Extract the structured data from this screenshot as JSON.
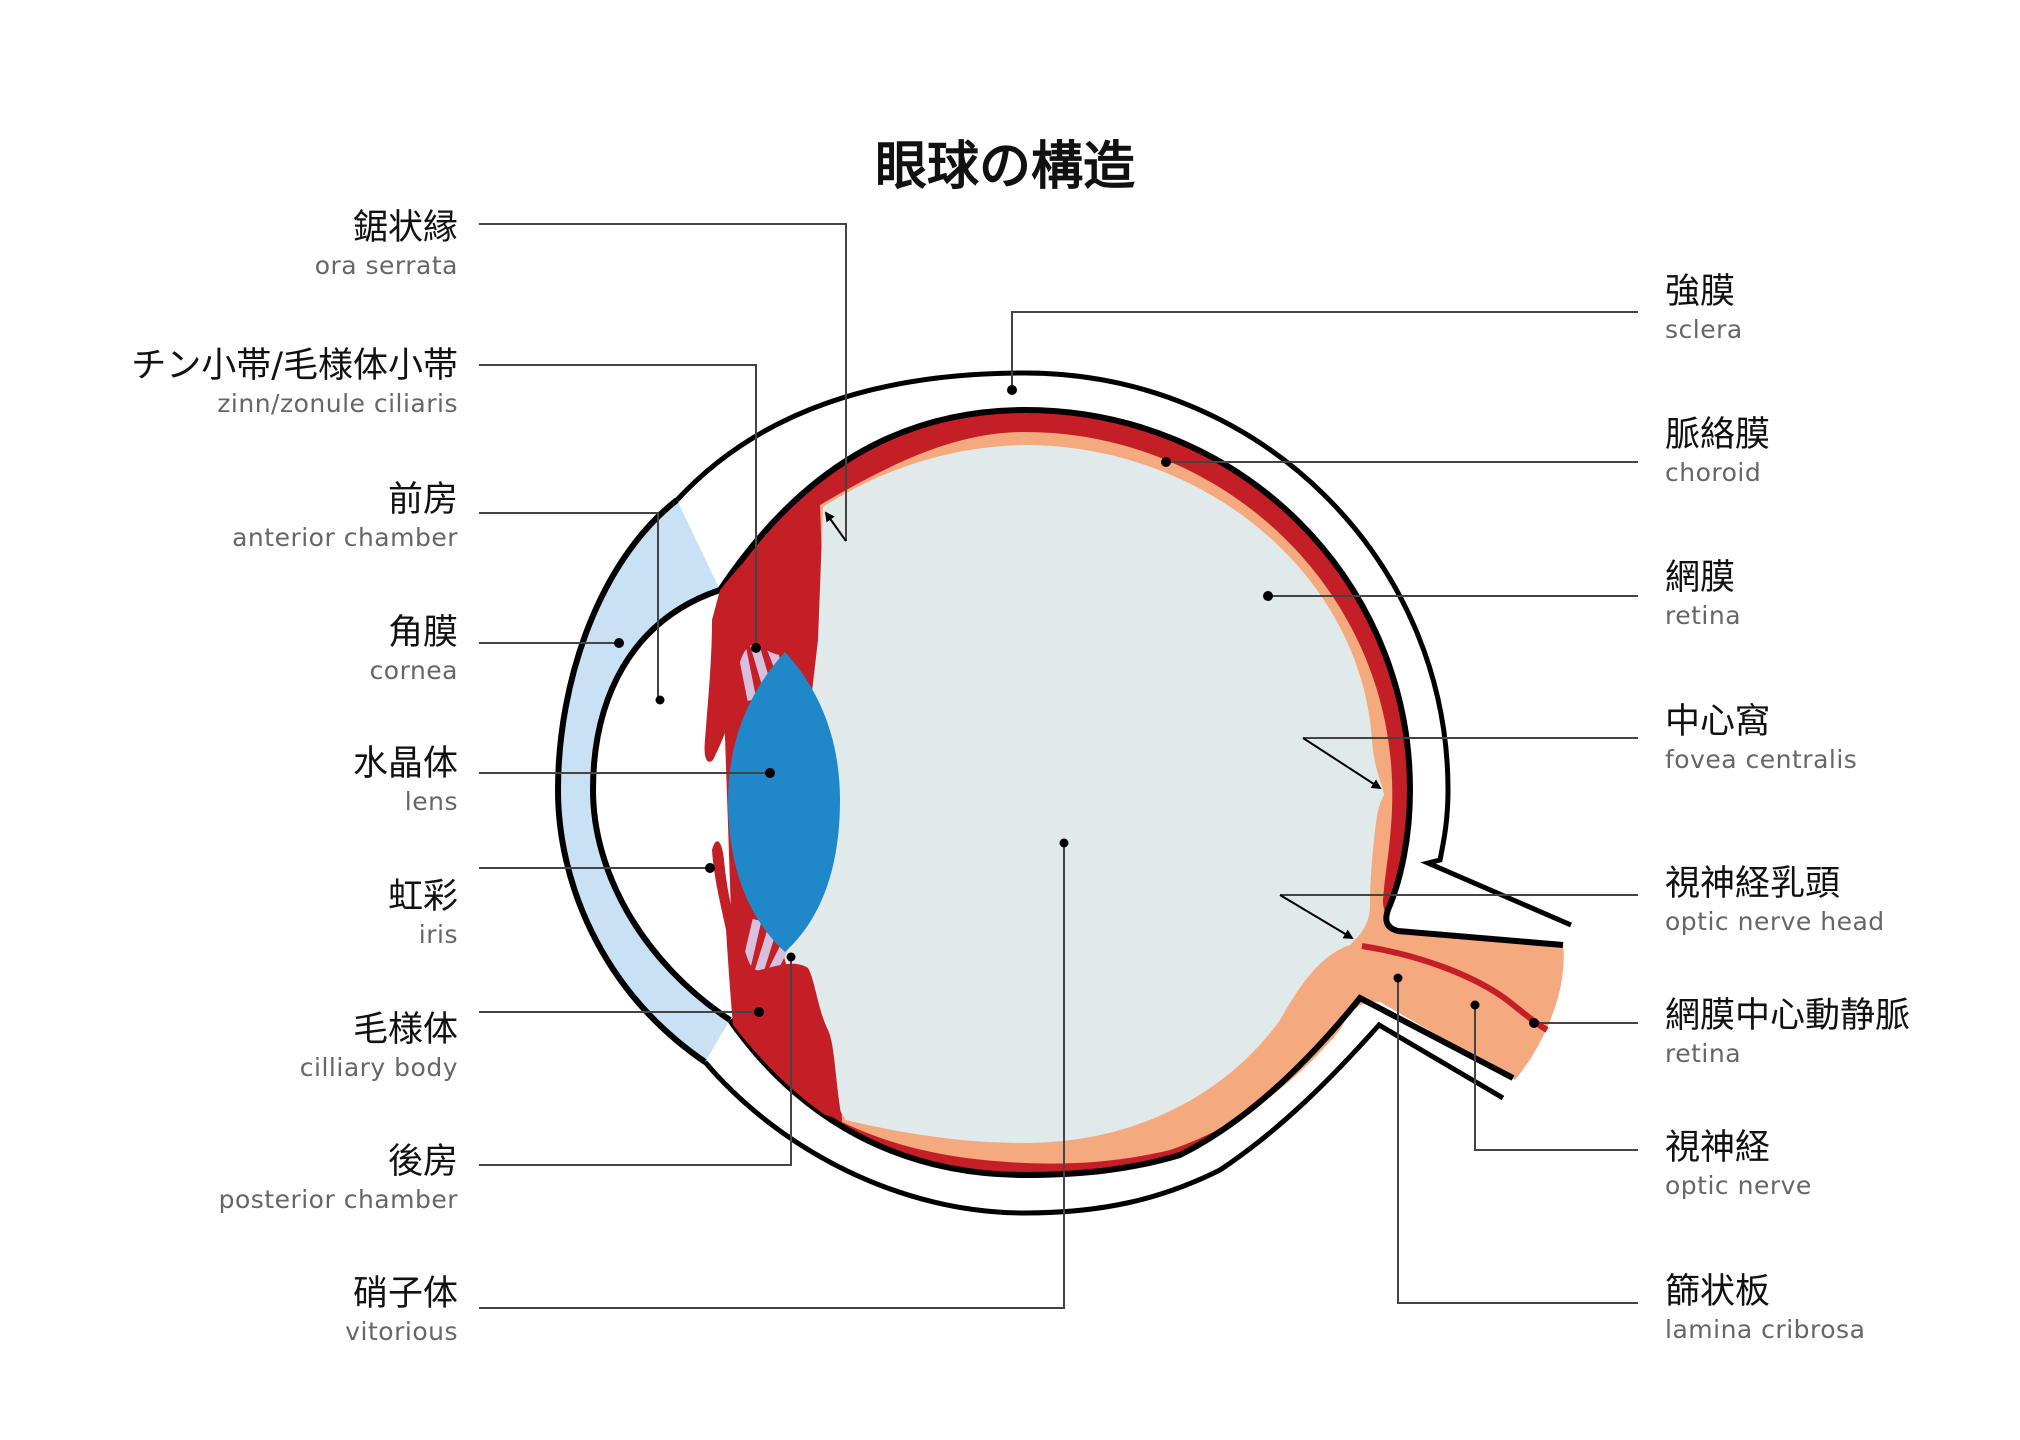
{
  "title": "眼球の構造",
  "colors": {
    "sclera": "#ffffff",
    "outline": "#000000",
    "choroid": "#c41e26",
    "retina": "#f4a97e",
    "vitreous": "#e0eaea",
    "cornea": "#c8e1f4",
    "lens": "#2087c8",
    "zonule": "#d9bfde",
    "leader": "#444444"
  },
  "labels_left": [
    {
      "id": "ora-serrata",
      "jp": "鋸状縁",
      "en": "ora serrata"
    },
    {
      "id": "zonule",
      "jp": "チン小帯/毛様体小帯",
      "en": "zinn/zonule ciliaris"
    },
    {
      "id": "anterior-chamber",
      "jp": "前房",
      "en": "anterior chamber"
    },
    {
      "id": "cornea",
      "jp": "角膜",
      "en": "cornea"
    },
    {
      "id": "lens",
      "jp": "水晶体",
      "en": "lens"
    },
    {
      "id": "iris",
      "jp": "虹彩",
      "en": "iris"
    },
    {
      "id": "ciliary-body",
      "jp": "毛様体",
      "en": "cilliary body"
    },
    {
      "id": "posterior-chamber",
      "jp": "後房",
      "en": "posterior chamber"
    },
    {
      "id": "vitreous",
      "jp": "硝子体",
      "en": "vitorious"
    }
  ],
  "labels_right": [
    {
      "id": "sclera",
      "jp": "強膜",
      "en": "sclera"
    },
    {
      "id": "choroid",
      "jp": "脈絡膜",
      "en": "choroid"
    },
    {
      "id": "retina",
      "jp": "網膜",
      "en": "retina"
    },
    {
      "id": "fovea",
      "jp": "中心窩",
      "en": "fovea centralis"
    },
    {
      "id": "optic-nerve-head",
      "jp": "視神経乳頭",
      "en": "optic nerve head"
    },
    {
      "id": "central-retinal-vessels",
      "jp": "網膜中心動静脈",
      "en": "retina"
    },
    {
      "id": "optic-nerve",
      "jp": "視神経",
      "en": "optic nerve"
    },
    {
      "id": "lamina-cribrosa",
      "jp": "篩状板",
      "en": "lamina cribrosa"
    }
  ]
}
